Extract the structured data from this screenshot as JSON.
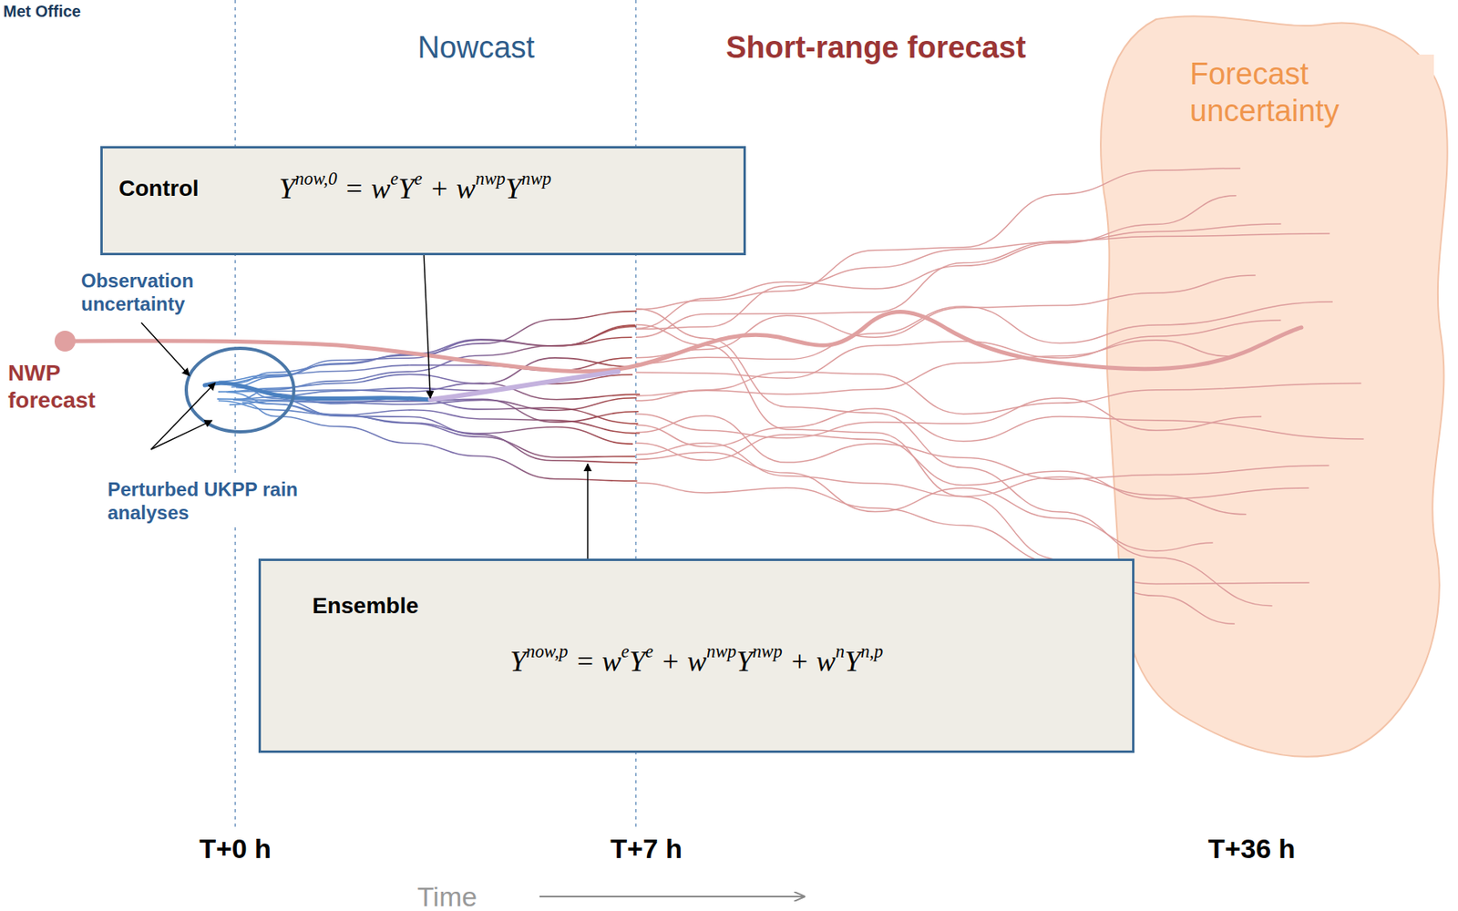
{
  "diagram": {
    "nodes": [
      {
        "text": [
          "Control",
          "Ynow,0 = weYe + wnwpYnwp"
        ]
      },
      {
        "text": [
          "Ensemble",
          "Ynow,p = weYe + wnwpYnwp + wnYn,p"
        ]
      }
    ],
    "labels": [
      "Met Office",
      "Nowcast",
      "Short-range forecast",
      "Forecast uncertainty",
      "Observation uncertainty",
      "NWP forecast",
      "Perturbed UKPP rain analyses",
      "T+0 h",
      "T+7 h",
      "T+36 h",
      "Time"
    ]
  }
}
